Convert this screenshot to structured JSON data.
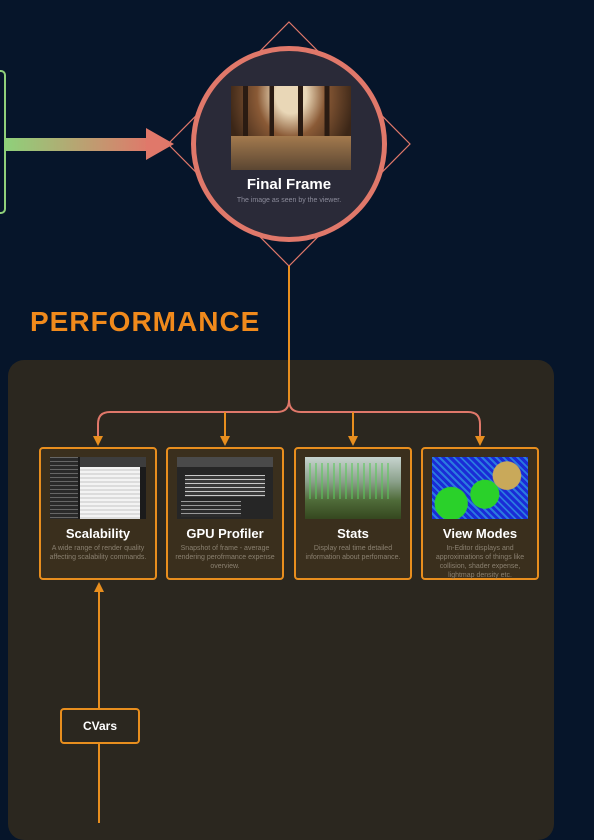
{
  "final_frame": {
    "title": "Final Frame",
    "subtitle": "The image as seen by the viewer."
  },
  "performance": {
    "heading": "PERFORMANCE",
    "cards": [
      {
        "title": "Scalability",
        "description": "A wide range of render quality affecting scalability commands."
      },
      {
        "title": "GPU Profiler",
        "description": "Snapshot of frame - average rendering perofrmance expense overview."
      },
      {
        "title": "Stats",
        "description": "Display real time detailed information about perfomance."
      },
      {
        "title": "View Modes",
        "description": "In-Editor displays and approximations of things like collision, shader expense, lightmap density etc."
      }
    ],
    "cvars_label": "CVars"
  },
  "colors": {
    "background": "#06152a",
    "accent_orange": "#e88e1e",
    "final_frame_ring": "#e0786a",
    "green_arrow": "#8fd07a",
    "panel": "#2b271f"
  }
}
